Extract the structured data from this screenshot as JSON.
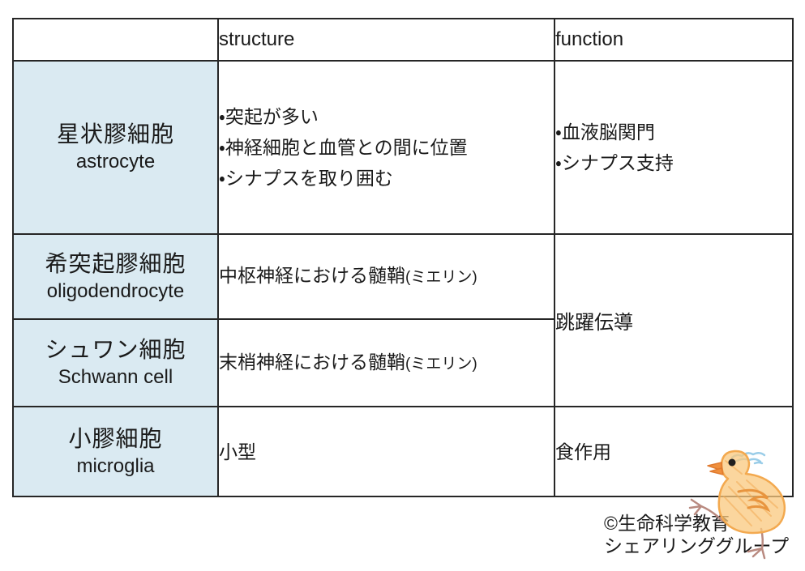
{
  "colors": {
    "table_border": "#262626",
    "row_header_fill": "#daeaf2",
    "text": "#1a1a1a",
    "chick_body": "#f9c87e",
    "chick_beak": "#ef8f3d",
    "chick_legs": "#b98a80",
    "chick_tuft": "#8fc8e6"
  },
  "table": {
    "headers": {
      "name": "",
      "structure": "structure",
      "function": "function"
    },
    "rows": [
      {
        "id": "astrocyte",
        "ja": "星状膠細胞",
        "en": "astrocyte",
        "structure_lines": [
          "・突起が多い",
          "・神経細胞と血管との間に位置",
          "・シナプスを取り囲む"
        ],
        "function_lines": [
          "・血液脳関門",
          "・シナプス支持"
        ]
      },
      {
        "id": "oligodendrocyte",
        "ja": "希突起膠細胞",
        "en": "oligodendrocyte",
        "structure_main": "中枢神経における髄鞘",
        "structure_paren": "(ミエリン)",
        "function_merged": "跳躍伝導"
      },
      {
        "id": "schwann-cell",
        "ja": "シュワン細胞",
        "en": "Schwann cell",
        "structure_main": "末梢神経における髄鞘",
        "structure_paren": "(ミエリン)"
      },
      {
        "id": "microglia",
        "ja": "小膠細胞",
        "en": "microglia",
        "structure_main": "小型",
        "function_text": "食作用"
      }
    ]
  },
  "credit": {
    "line1": "©生命科学教育",
    "line2": "シェアリンググループ"
  },
  "illustration": {
    "name": "chick-illustration",
    "description": "hand-drawn crayon chick running, facing left"
  }
}
